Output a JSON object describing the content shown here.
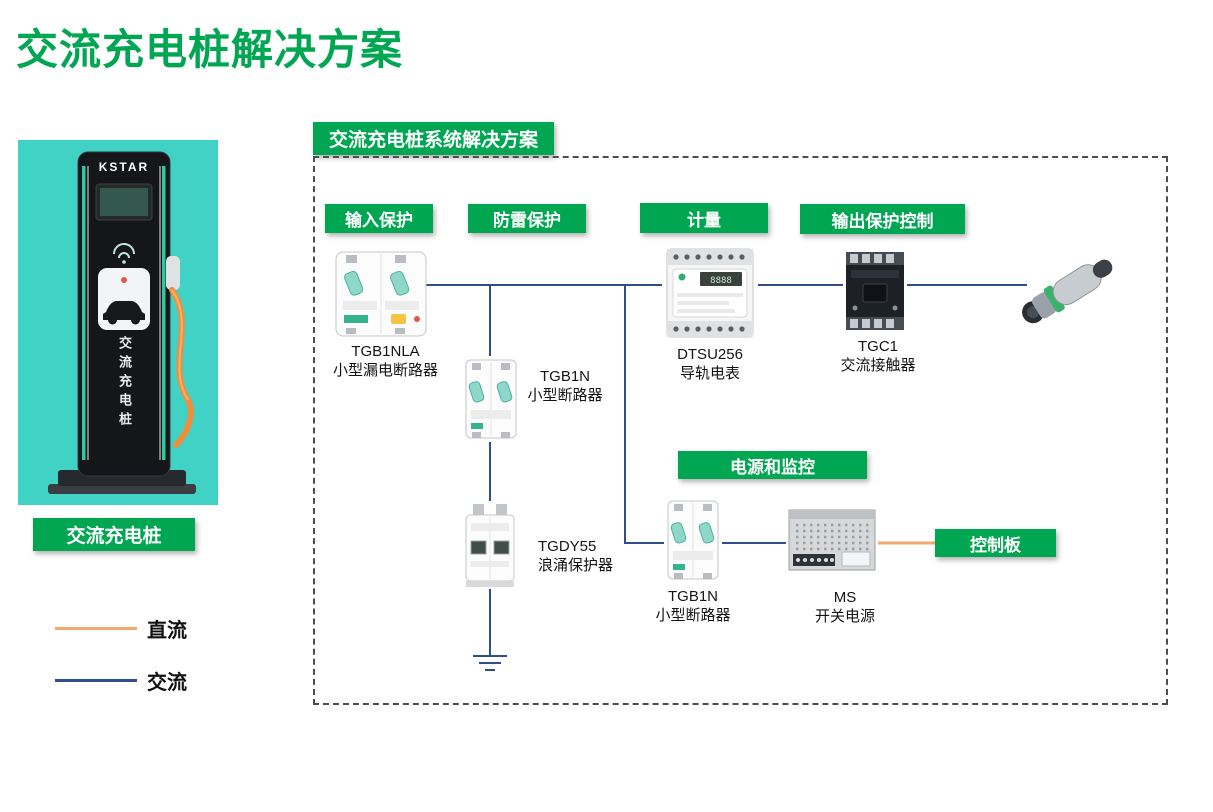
{
  "page": {
    "title": "交流充电桩解决方案"
  },
  "product": {
    "label": "交流充电桩",
    "brand": "KSTAR",
    "tower_text": "交流充电桩"
  },
  "legend": {
    "dc_label": "直流",
    "ac_label": "交流"
  },
  "diagram": {
    "title": "交流充电桩系统解决方案",
    "tags": {
      "input_protection": "输入保护",
      "surge_protection": "防雷保护",
      "metering": "计量",
      "output_protection": "输出保护控制",
      "power_monitoring": "电源和监控",
      "control_board": "控制板"
    },
    "components": {
      "leakage_breaker": {
        "name": "TGB1NLA",
        "desc": "小型漏电断路器"
      },
      "breaker_top": {
        "name": "TGB1N",
        "desc": "小型断路器"
      },
      "meter": {
        "name": "DTSU256",
        "desc": "导轨电表"
      },
      "contactor": {
        "name": "TGC1",
        "desc": "交流接触器"
      },
      "surge_protector": {
        "name": "TGDY55",
        "desc": "浪涌保护器"
      },
      "breaker_bottom": {
        "name": "TGB1N",
        "desc": "小型断路器"
      },
      "power_supply": {
        "name": "MS",
        "desc": "开关电源"
      }
    },
    "meter_display": "8888"
  },
  "colors": {
    "title_green": "#00A651",
    "tag_green": "#00A651",
    "panel_teal": "#3FD2C5",
    "ac_line_blue": "#2F4E8E",
    "dc_line_orange": "#F2A86F"
  }
}
